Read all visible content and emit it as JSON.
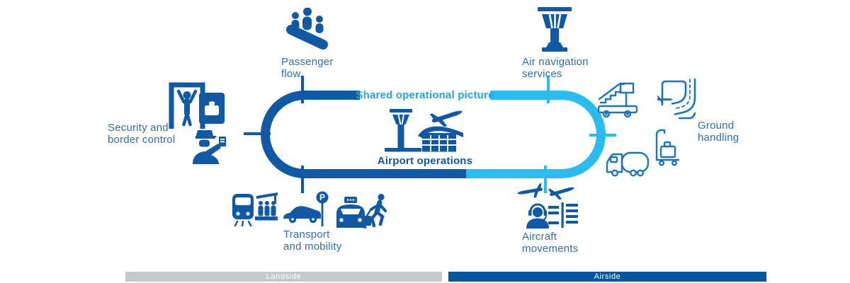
{
  "diagram": {
    "center": {
      "top_label": "Shared operational picture",
      "bottom_label": "Airport operations",
      "icon": "airport-tower-terminal-plane-icon"
    },
    "nodes": {
      "passenger_flow": {
        "line1": "Passenger",
        "line2": "flow",
        "icons": [
          "escalator-passengers-icon"
        ]
      },
      "air_navigation_services": {
        "line1": "Air navigation",
        "line2": "services",
        "icons": [
          "control-tower-icon"
        ]
      },
      "security_border_control": {
        "line1": "Security and",
        "line2": "border control",
        "icons": [
          "body-scanner-icon",
          "baggage-xray-icon",
          "passport-officer-icon"
        ]
      },
      "ground_handling": {
        "line1": "Ground",
        "line2": "handling",
        "icons": [
          "passenger-stairs-truck-icon",
          "taxiway-map-icon",
          "baggage-trolley-icon",
          "fuel-truck-icon"
        ]
      },
      "transport_and_mobility": {
        "line1": "Transport",
        "line2": "and mobility",
        "icons": [
          "train-station-icon",
          "car-parking-icon",
          "taxi-icon",
          "traveler-luggage-icon"
        ]
      },
      "aircraft_movements": {
        "line1": "Aircraft",
        "line2": "movements",
        "icons": [
          "arriving-plane-icon",
          "departing-plane-icon",
          "air-traffic-controller-icon",
          "flight-schedule-icon"
        ]
      }
    },
    "footer": {
      "landside": "Landside",
      "airside": "Airside"
    },
    "colors": {
      "dark_blue": "#1158A5",
      "cyan": "#2BBCEE",
      "cyan_text": "#1FA8DF",
      "outline_blue": "#1B75BC",
      "label_blue": "#2F6FAE",
      "landside_bar": "#C6C7C8",
      "airside_bar": "#0056A3"
    }
  }
}
